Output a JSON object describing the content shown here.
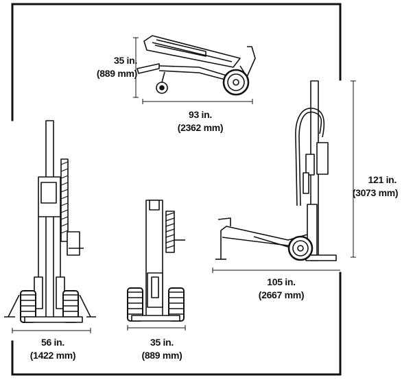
{
  "dimensions": {
    "top_view": {
      "height_in": "35 in.",
      "height_mm": "(889 mm)",
      "length_in": "93 in.",
      "length_mm": "(2362 mm)"
    },
    "vertical_view": {
      "height_in": "121 in.",
      "height_mm": "(3073 mm)",
      "length_in": "105 in.",
      "length_mm": "(2667 mm)"
    },
    "front_view": {
      "width_in": "56 in.",
      "width_mm": "(1422 mm)"
    },
    "rear_view": {
      "width_in": "35 in.",
      "width_mm": "(889 mm)"
    }
  }
}
